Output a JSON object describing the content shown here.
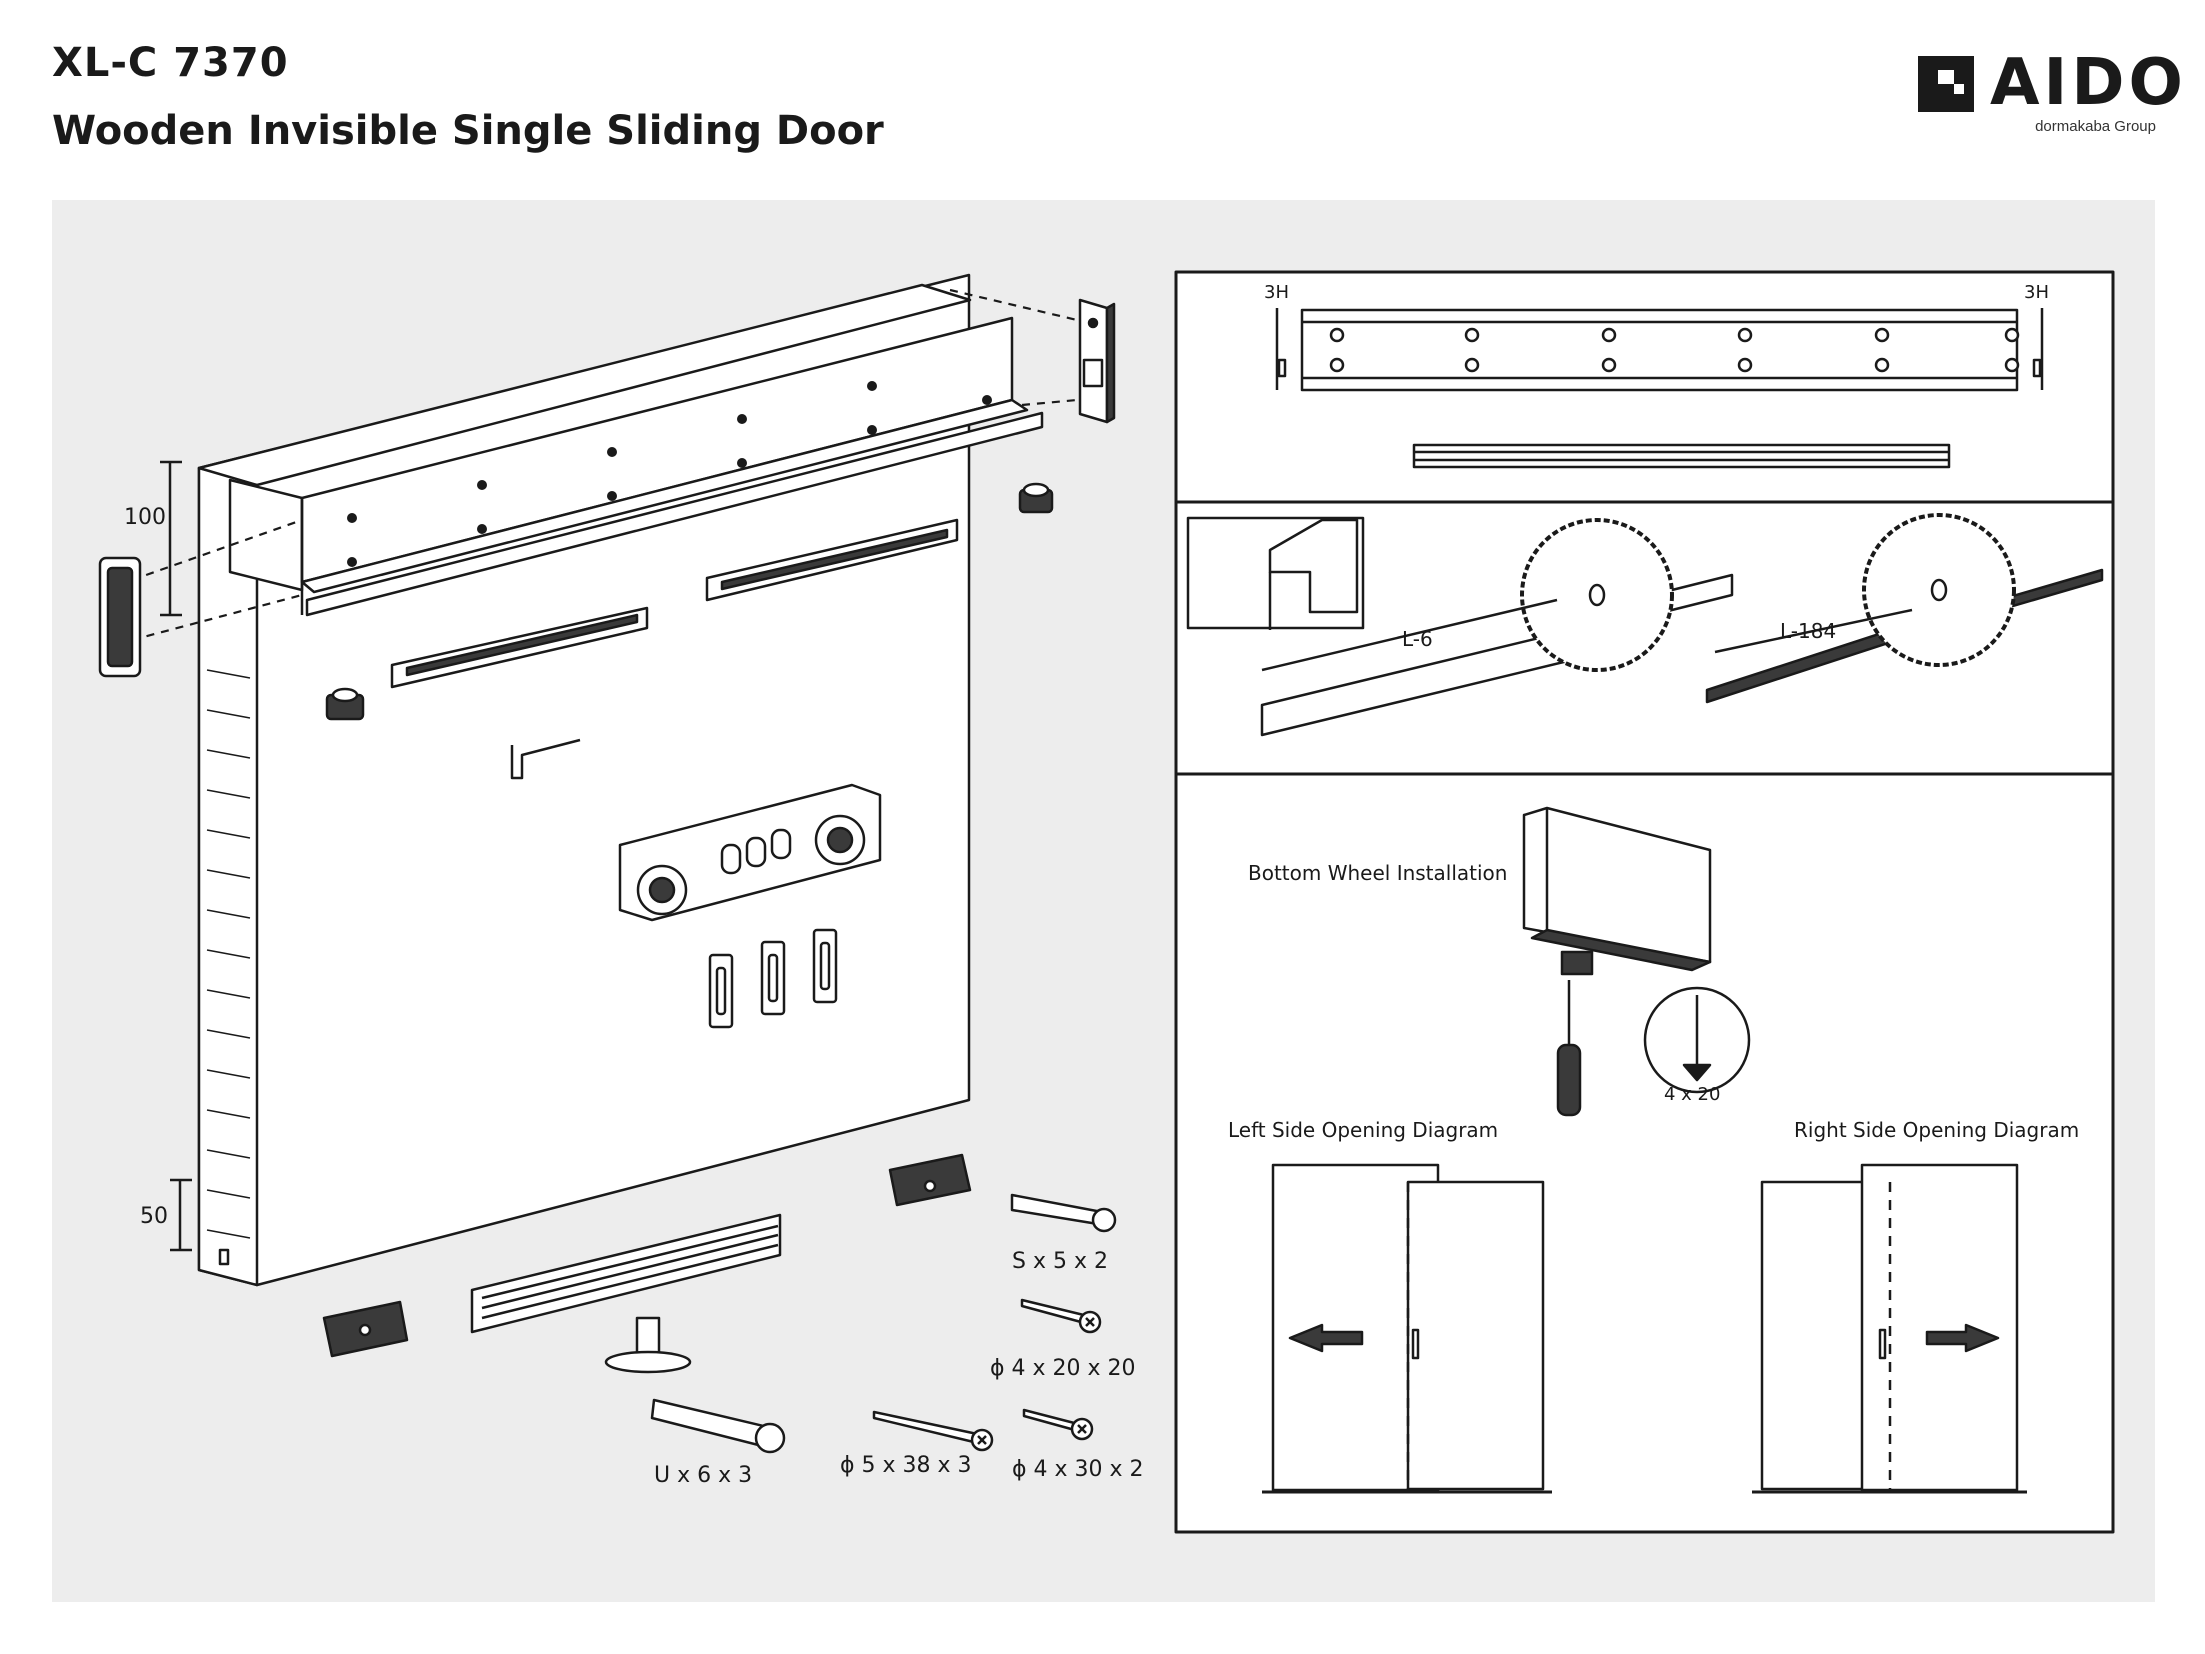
{
  "title": {
    "model": "XL-C 7370",
    "name": "Wooden Invisible Single Sliding Door"
  },
  "logo": {
    "brand": "AIDO",
    "group": "dormakaba Group",
    "mark_icon": "aido-square-mark-icon"
  },
  "door_dimensions": {
    "top_height": "100",
    "bottom_height": "50"
  },
  "parts": {
    "screw_s": "S x 5 x 2",
    "screw_4x20x20": "ϕ 4 x 20 x 20",
    "anchor_u": "U x 6 x 3",
    "screw_5x38x3": "ϕ 5 x 38 x 3",
    "screw_4x30x2": "ϕ 4 x 30 x 2"
  },
  "track_panel": {
    "left_label": "3H",
    "right_label": "3H"
  },
  "cut_panel": {
    "cut_track": "L-6",
    "cut_rail": "L-184"
  },
  "install_panel": {
    "bottom_wheel_title": "Bottom Wheel Installation",
    "screw_size": "4 x 20",
    "left_diagram_title": "Left Side Opening Diagram",
    "right_diagram_title": "Right Side Opening Diagram"
  },
  "colors": {
    "panel_background": "#ededed",
    "line": "#1a1a1a",
    "fill_dark": "#3a3a3a"
  }
}
